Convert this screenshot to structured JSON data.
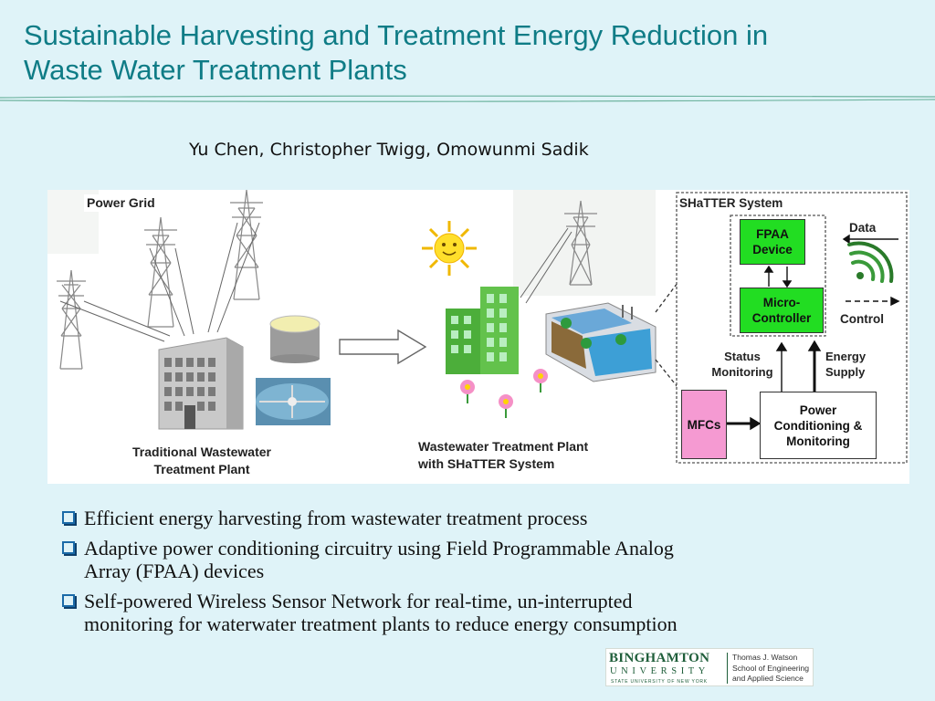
{
  "title": {
    "line1": "Sustainable Harvesting and Treatment Energy Reduction in",
    "line2": "Waste Water Treatment Plants"
  },
  "authors": "Yu Chen, Christopher Twigg, Omowunmi Sadik",
  "figure": {
    "power_grid": "Power Grid",
    "traditional_line1": "Traditional Wastewater",
    "traditional_line2": "Treatment Plant",
    "shatter_line1": "Wastewater Treatment Plant",
    "shatter_line2": "with SHaTTER System",
    "system_title": "SHaTTER System",
    "fpaa_line1": "FPAA",
    "fpaa_line2": "Device",
    "micro_line1": "Micro-",
    "micro_line2": "Controller",
    "data": "Data",
    "control": "Control",
    "status_line1": "Status",
    "status_line2": "Monitoring",
    "energy_line1": "Energy",
    "energy_line2": "Supply",
    "mfcs": "MFCs",
    "power_line1": "Power",
    "power_line2": "Conditioning  &",
    "power_line3": "Monitoring"
  },
  "bullets": [
    {
      "line1": " Efficient energy harvesting from wastewater treatment process",
      "line2": ""
    },
    {
      "line1": " Adaptive power conditioning circuitry using Field Programmable Analog",
      "line2": "Array (FPAA) devices"
    },
    {
      "line1": " Self-powered Wireless Sensor Network for real-time, un-interrupted",
      "line2": "monitoring for waterwater treatment plants to reduce energy consumption"
    }
  ],
  "logo": {
    "name": "BINGHAMTON",
    "university": "UNIVERSITY",
    "tagline": "STATE UNIVERSITY OF NEW YORK",
    "school_line1": "Thomas J. Watson",
    "school_line2": "School of Engineering",
    "school_line3": "and Applied Science"
  },
  "colors": {
    "background": "#dff3f8",
    "title": "#0f7c86",
    "fpaa_box": "#22dd22",
    "mfc_box": "#f59ad2",
    "bullet_box": "#1a6aa8",
    "logo_green": "#1f5e3a"
  },
  "icons": [
    "power-tower-icon",
    "factory-icon",
    "storage-tank-icon",
    "clarifier-icon",
    "arrow-right-icon",
    "sun-icon",
    "green-building-icon",
    "flower-icon",
    "treatment-basin-icon",
    "wireless-signal-icon",
    "checkbox-bullet-icon"
  ]
}
